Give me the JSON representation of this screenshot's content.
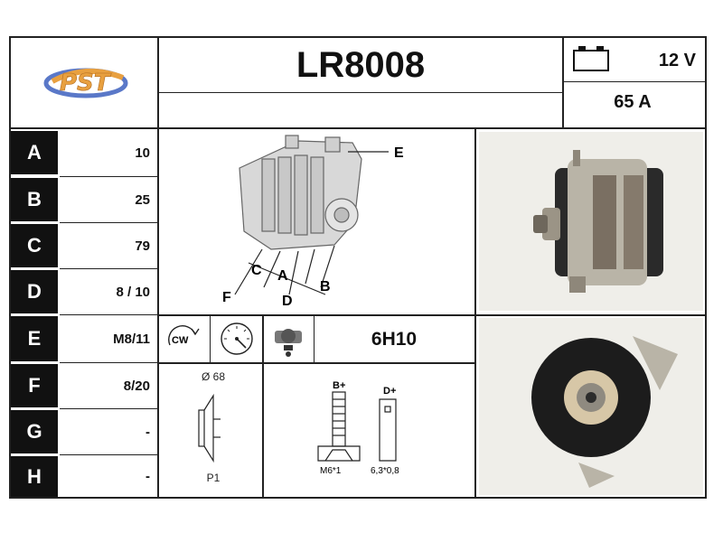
{
  "header": {
    "brand": "PST",
    "part_number": "LR8008",
    "voltage": "12 V",
    "amperage": "65 A"
  },
  "specs": [
    {
      "letter": "A",
      "value": "10"
    },
    {
      "letter": "B",
      "value": "25"
    },
    {
      "letter": "C",
      "value": "79"
    },
    {
      "letter": "D",
      "value": "8 / 10"
    },
    {
      "letter": "E",
      "value": "M8/11"
    },
    {
      "letter": "F",
      "value": "8/20"
    },
    {
      "letter": "G",
      "value": "-"
    },
    {
      "letter": "H",
      "value": "-"
    }
  ],
  "diagram_labels": {
    "e": "E",
    "c": "C",
    "a": "A",
    "b": "B",
    "f": "F",
    "d": "D"
  },
  "icons": {
    "rotation": "CW",
    "fitting": "6H10"
  },
  "pulley": {
    "diameter": "Ø 68",
    "type": "P1"
  },
  "terminals": {
    "b_label": "B+",
    "d_label": "D+",
    "b_size": "M6*1",
    "d_size": "6,3*0,8"
  },
  "colors": {
    "border": "#222222",
    "letter_bg": "#111111",
    "photo_bg": "#efeee9",
    "logo_blue": "#5a78c8",
    "logo_orange": "#e8a040"
  }
}
